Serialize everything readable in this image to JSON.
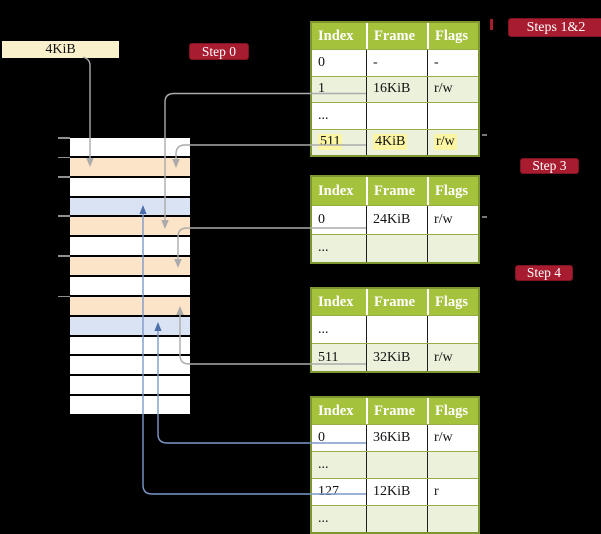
{
  "colors": {
    "background": "#000000",
    "cream_box": "#FAF0CB",
    "red_label": "#A81C30",
    "olive_header": "#A5C23D",
    "olive_border": "#7D9630",
    "pale_green_row": "#EBF1DB",
    "yellow_highlight": "#FCF6A4",
    "peach_frame": "#FCE4C8",
    "light_blue_frame": "#D9E3F3",
    "gray_line": "#ABABAB",
    "blue_line": "#7E99CB",
    "blue_arrowhead": "#4C6FA8"
  },
  "memory_box": {
    "label": "4KiB"
  },
  "step_labels": {
    "step0": "Step 0",
    "steps12": "Steps 1&2",
    "step3": "Step 3",
    "step4": "Step 4"
  },
  "memory_stack": {
    "row_colors": [
      "white",
      "peach",
      "white",
      "blue",
      "peach",
      "white",
      "peach",
      "white",
      "peach",
      "blue",
      "white",
      "white",
      "white",
      "white"
    ]
  },
  "tables": [
    {
      "name": "table-steps-1-2",
      "headers": [
        "Index",
        "Frame",
        "Flags"
      ],
      "rows": [
        {
          "cells": [
            "0",
            "-",
            "-"
          ],
          "shaded": false,
          "highlighted": false
        },
        {
          "cells": [
            "1",
            "16KiB",
            "r/w"
          ],
          "shaded": true,
          "highlighted": false
        },
        {
          "cells": [
            "...",
            "",
            ""
          ],
          "shaded": false,
          "highlighted": false
        },
        {
          "cells": [
            "511",
            "4KiB",
            "r/w"
          ],
          "shaded": true,
          "highlighted": true
        }
      ]
    },
    {
      "name": "table-step-3",
      "headers": [
        "Index",
        "Frame",
        "Flags"
      ],
      "rows": [
        {
          "cells": [
            "0",
            "24KiB",
            "r/w"
          ],
          "shaded": false,
          "highlighted": false
        },
        {
          "cells": [
            "...",
            "",
            ""
          ],
          "shaded": true,
          "highlighted": false
        }
      ]
    },
    {
      "name": "table-step-4",
      "headers": [
        "Index",
        "Frame",
        "Flags"
      ],
      "rows": [
        {
          "cells": [
            "...",
            "",
            ""
          ],
          "shaded": false,
          "highlighted": false
        },
        {
          "cells": [
            "511",
            "32KiB",
            "r/w"
          ],
          "shaded": true,
          "highlighted": false
        }
      ]
    },
    {
      "name": "table-final",
      "headers": [
        "Index",
        "Frame",
        "Flags"
      ],
      "rows": [
        {
          "cells": [
            "0",
            "36KiB",
            "r/w"
          ],
          "shaded": false,
          "highlighted": false
        },
        {
          "cells": [
            "...",
            "",
            ""
          ],
          "shaded": true,
          "highlighted": false
        },
        {
          "cells": [
            "127",
            "12KiB",
            "r"
          ],
          "shaded": false,
          "highlighted": false
        },
        {
          "cells": [
            "...",
            "",
            ""
          ],
          "shaded": true,
          "highlighted": false
        }
      ]
    }
  ]
}
